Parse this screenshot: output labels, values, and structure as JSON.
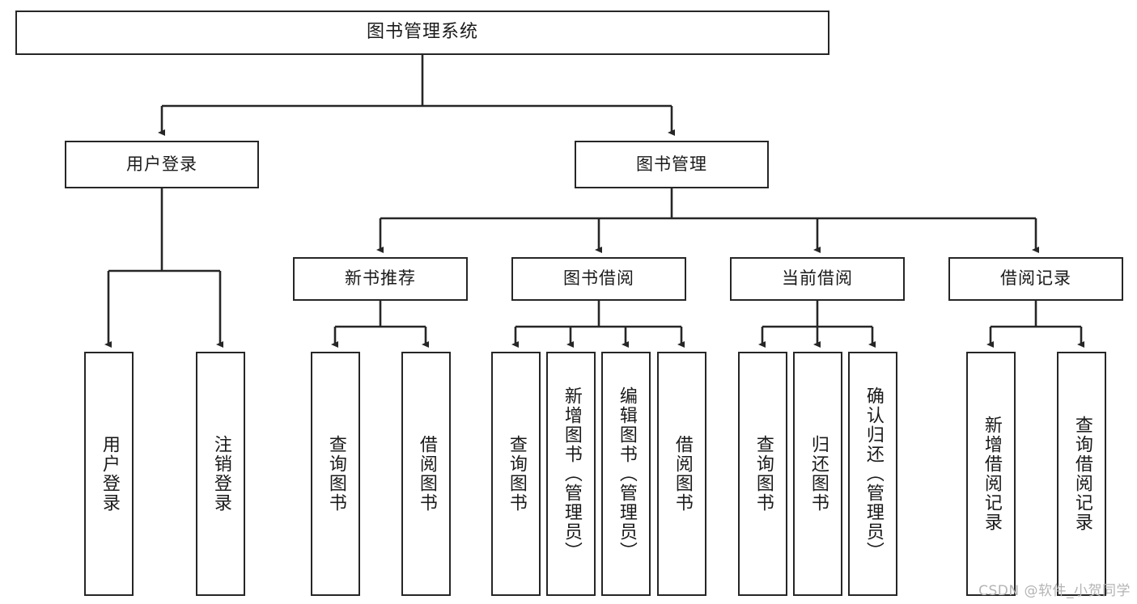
{
  "diagram": {
    "title": "图书管理系统",
    "type": "tree-hierarchy",
    "watermark": "CSDN @软件_小贺同学",
    "stroke_color": "#262626",
    "fill_color": "#ffffff",
    "text_color": "#1a1a1a",
    "watermark_color": "#b4b4b4"
  },
  "nodes": {
    "root": {
      "label": "图书管理系统"
    },
    "level1": [
      {
        "label": "用户登录"
      },
      {
        "label": "图书管理"
      }
    ],
    "level2": [
      {
        "label": "新书推荐"
      },
      {
        "label": "图书借阅"
      },
      {
        "label": "当前借阅"
      },
      {
        "label": "借阅记录"
      }
    ],
    "leaves": {
      "user_login": [
        {
          "label": "用户登录"
        },
        {
          "label": "注销登录"
        }
      ],
      "new_book_recommend": [
        {
          "label": "查询图书"
        },
        {
          "label": "借阅图书"
        }
      ],
      "book_borrow": [
        {
          "label": "查询图书"
        },
        {
          "label": "新增图书（管理员）"
        },
        {
          "label": "编辑图书（管理员）"
        },
        {
          "label": "借阅图书"
        }
      ],
      "current_borrow": [
        {
          "label": "查询图书"
        },
        {
          "label": "归还图书"
        },
        {
          "label": "确认归还（管理员）"
        }
      ],
      "borrow_records": [
        {
          "label": "新增借阅记录"
        },
        {
          "label": "查询借阅记录"
        }
      ]
    }
  }
}
